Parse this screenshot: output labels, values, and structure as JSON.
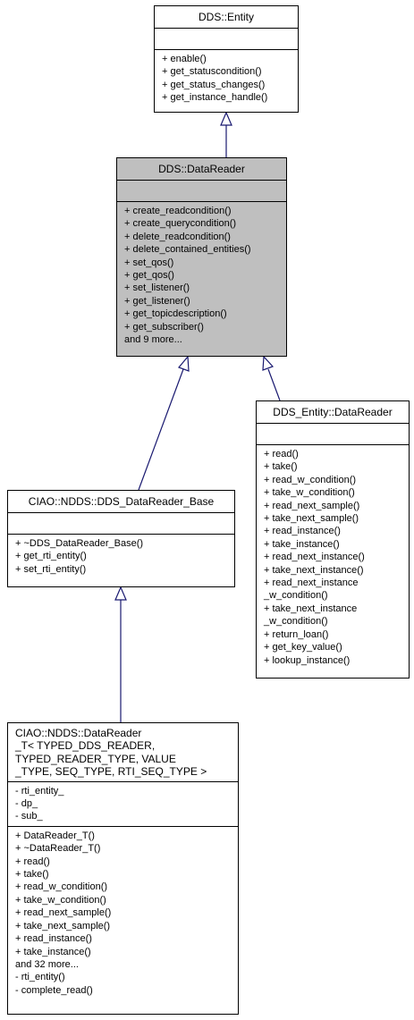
{
  "classes": {
    "entity": {
      "name": "DDS::Entity",
      "attributes": [],
      "operations": [
        "+ enable()",
        "+ get_statuscondition()",
        "+ get_status_changes()",
        "+ get_instance_handle()"
      ]
    },
    "datareader": {
      "name": "DDS::DataReader",
      "attributes": [],
      "operations": [
        "+ create_readcondition()",
        "+ create_querycondition()",
        "+ delete_readcondition()",
        "+ delete_contained_entities()",
        "+ set_qos()",
        "+ get_qos()",
        "+ set_listener()",
        "+ get_listener()",
        "+ get_topicdescription()",
        "+ get_subscriber()",
        "and 9 more..."
      ]
    },
    "entity_datareader": {
      "name": "DDS_Entity::DataReader",
      "attributes": [],
      "operations": [
        "+ read()",
        "+ take()",
        "+ read_w_condition()",
        "+ take_w_condition()",
        "+ read_next_sample()",
        "+ take_next_sample()",
        "+ read_instance()",
        "+ take_instance()",
        "+ read_next_instance()",
        "+ take_next_instance()",
        "+ read_next_instance",
        "_w_condition()",
        "+ take_next_instance",
        "_w_condition()",
        "+ return_loan()",
        "+ get_key_value()",
        "+ lookup_instance()"
      ]
    },
    "datareader_base": {
      "name": "CIAO::NDDS::DDS_DataReader_Base",
      "attributes": [],
      "operations": [
        "+ ~DDS_DataReader_Base()",
        "+ get_rti_entity()",
        "+ set_rti_entity()"
      ]
    },
    "datareader_t": {
      "name_lines": [
        "CIAO::NDDS::DataReader",
        "_T< TYPED_DDS_READER,",
        " TYPED_READER_TYPE, VALUE",
        "_TYPE, SEQ_TYPE, RTI_SEQ_TYPE >"
      ],
      "attributes": [
        "- rti_entity_",
        "- dp_",
        "- sub_"
      ],
      "operations": [
        "+ DataReader_T()",
        "+ ~DataReader_T()",
        "+ read()",
        "+ take()",
        "+ read_w_condition()",
        "+ take_w_condition()",
        "+ read_next_sample()",
        "+ take_next_sample()",
        "+ read_instance()",
        "+ take_instance()",
        "and 32 more...",
        "- rti_entity()",
        "- complete_read()"
      ]
    }
  },
  "colors": {
    "highlight": "#bfbfbf",
    "edge": "#191970"
  }
}
